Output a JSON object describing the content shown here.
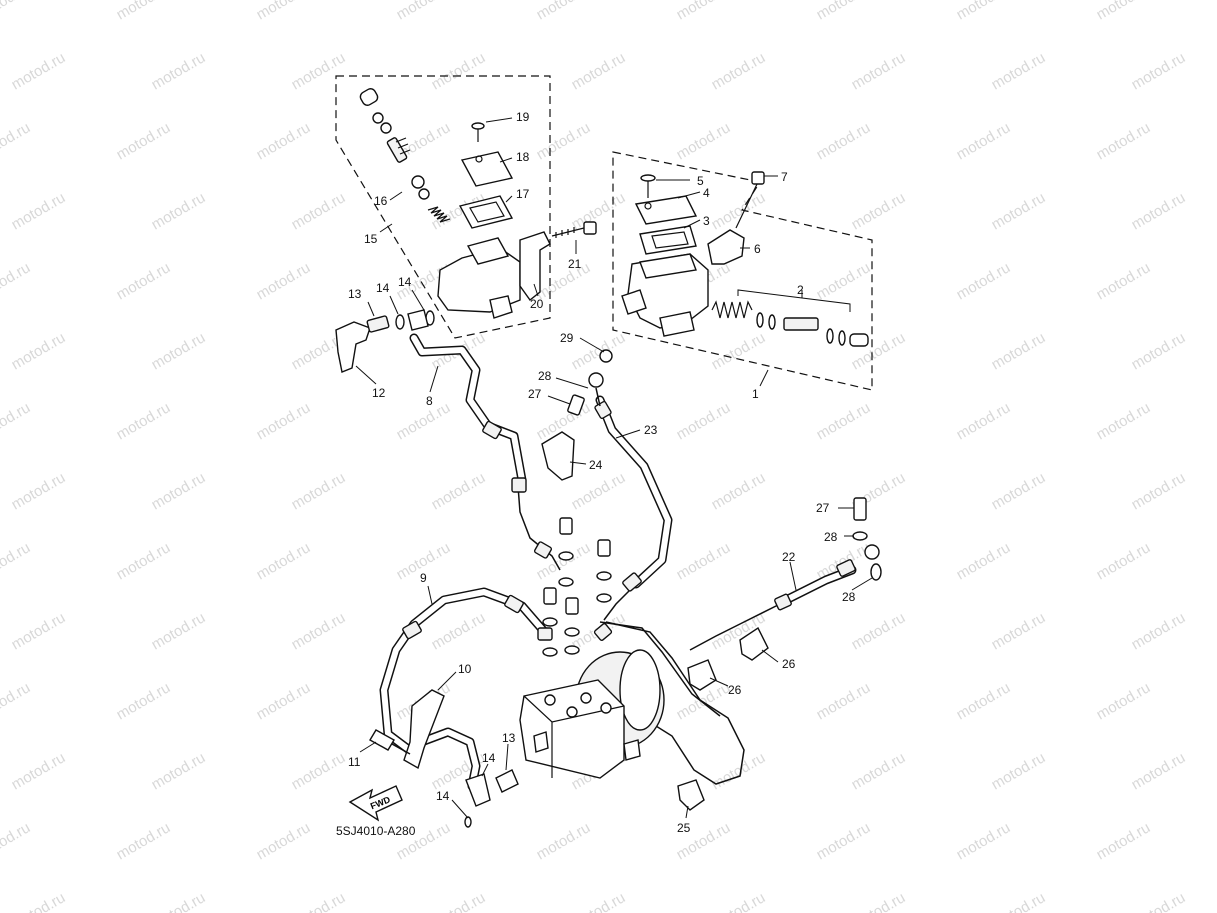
{
  "watermark": {
    "text": "motod.ru"
  },
  "diagram_code": "5SJ4010-A280",
  "direction_arrow": "FWD",
  "callouts": {
    "n1": "1",
    "n2": "2",
    "n3": "3",
    "n4": "4",
    "n5": "5",
    "n6": "6",
    "n7": "7",
    "n8": "8",
    "n9": "9",
    "n10": "10",
    "n11": "11",
    "n12": "12",
    "n13a": "13",
    "n13b": "13",
    "n14a": "14",
    "n14b": "14",
    "n14c": "14",
    "n14d": "14",
    "n15": "15",
    "n16": "16",
    "n17": "17",
    "n18": "18",
    "n19": "19",
    "n20": "20",
    "n21": "21",
    "n22": "22",
    "n23": "23",
    "n24": "24",
    "n25": "25",
    "n26a": "26",
    "n26b": "26",
    "n27a": "27",
    "n27b": "27",
    "n28a": "28",
    "n28b": "28",
    "n28c": "28",
    "n29": "29"
  }
}
